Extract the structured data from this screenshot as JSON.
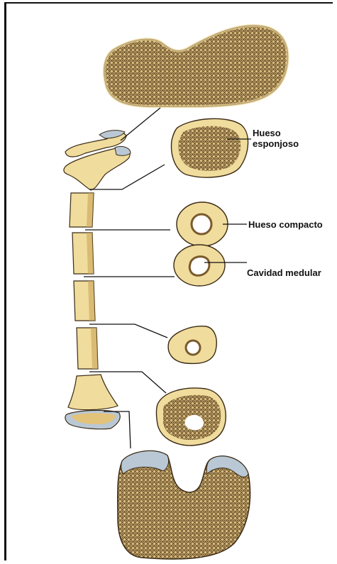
{
  "labels": {
    "spongy": [
      "Hueso",
      "esponjoso"
    ],
    "compact": "Hueso compacto",
    "medullary": "Cavidad medular"
  },
  "colors": {
    "bone": "#f0dc9c",
    "bone_dark": "#c9a55a",
    "spongy": "#8a6a3c",
    "cartilage": "#b9c8d4",
    "outline": "#3a2a16"
  }
}
